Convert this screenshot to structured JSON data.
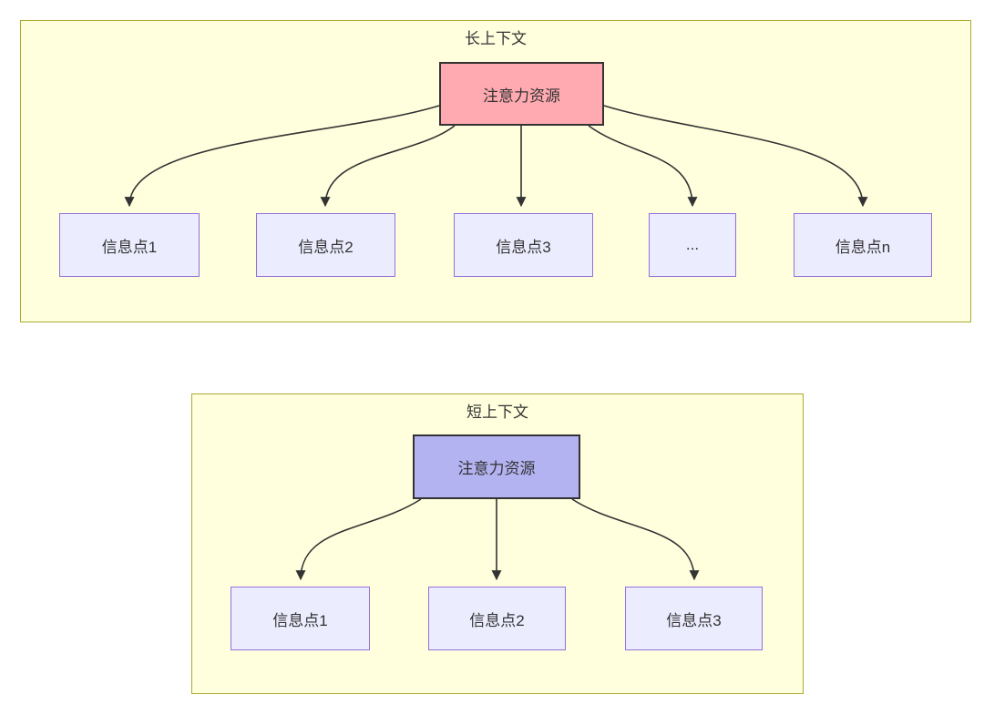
{
  "colors": {
    "canvas_bg": "#ffffff",
    "cluster_fill": "#ffffde",
    "cluster_border": "#aaaa33",
    "node_fill": "#ececff",
    "node_border": "#9370db",
    "root_border": "#333333",
    "root_long_fill": "#ffaab0",
    "root_short_fill": "#b3b3f2",
    "arrow": "#333333",
    "text": "#333333"
  },
  "long_context": {
    "title": "长上下文",
    "root_label": "注意力资源",
    "children": [
      "信息点1",
      "信息点2",
      "信息点3",
      "...",
      "信息点n"
    ]
  },
  "short_context": {
    "title": "短上下文",
    "root_label": "注意力资源",
    "children": [
      "信息点1",
      "信息点2",
      "信息点3"
    ]
  }
}
